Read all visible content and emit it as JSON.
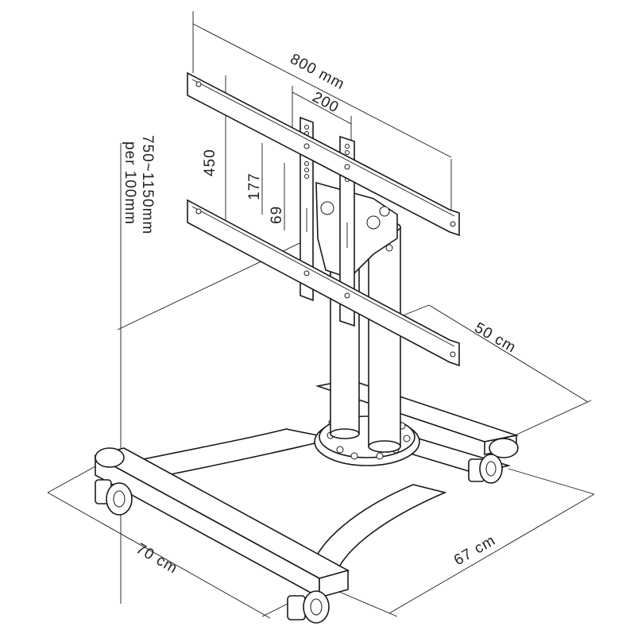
{
  "dimensions": {
    "width_top": "800 mm",
    "width_inner": "200",
    "height_outer": "450",
    "height_mid": "177",
    "height_small": "69",
    "height_range_line1": "750~1150mm",
    "height_range_line2": "per 100mm",
    "depth_right": "50 cm",
    "width_base": "67 cm",
    "depth_base": "70 cm"
  }
}
